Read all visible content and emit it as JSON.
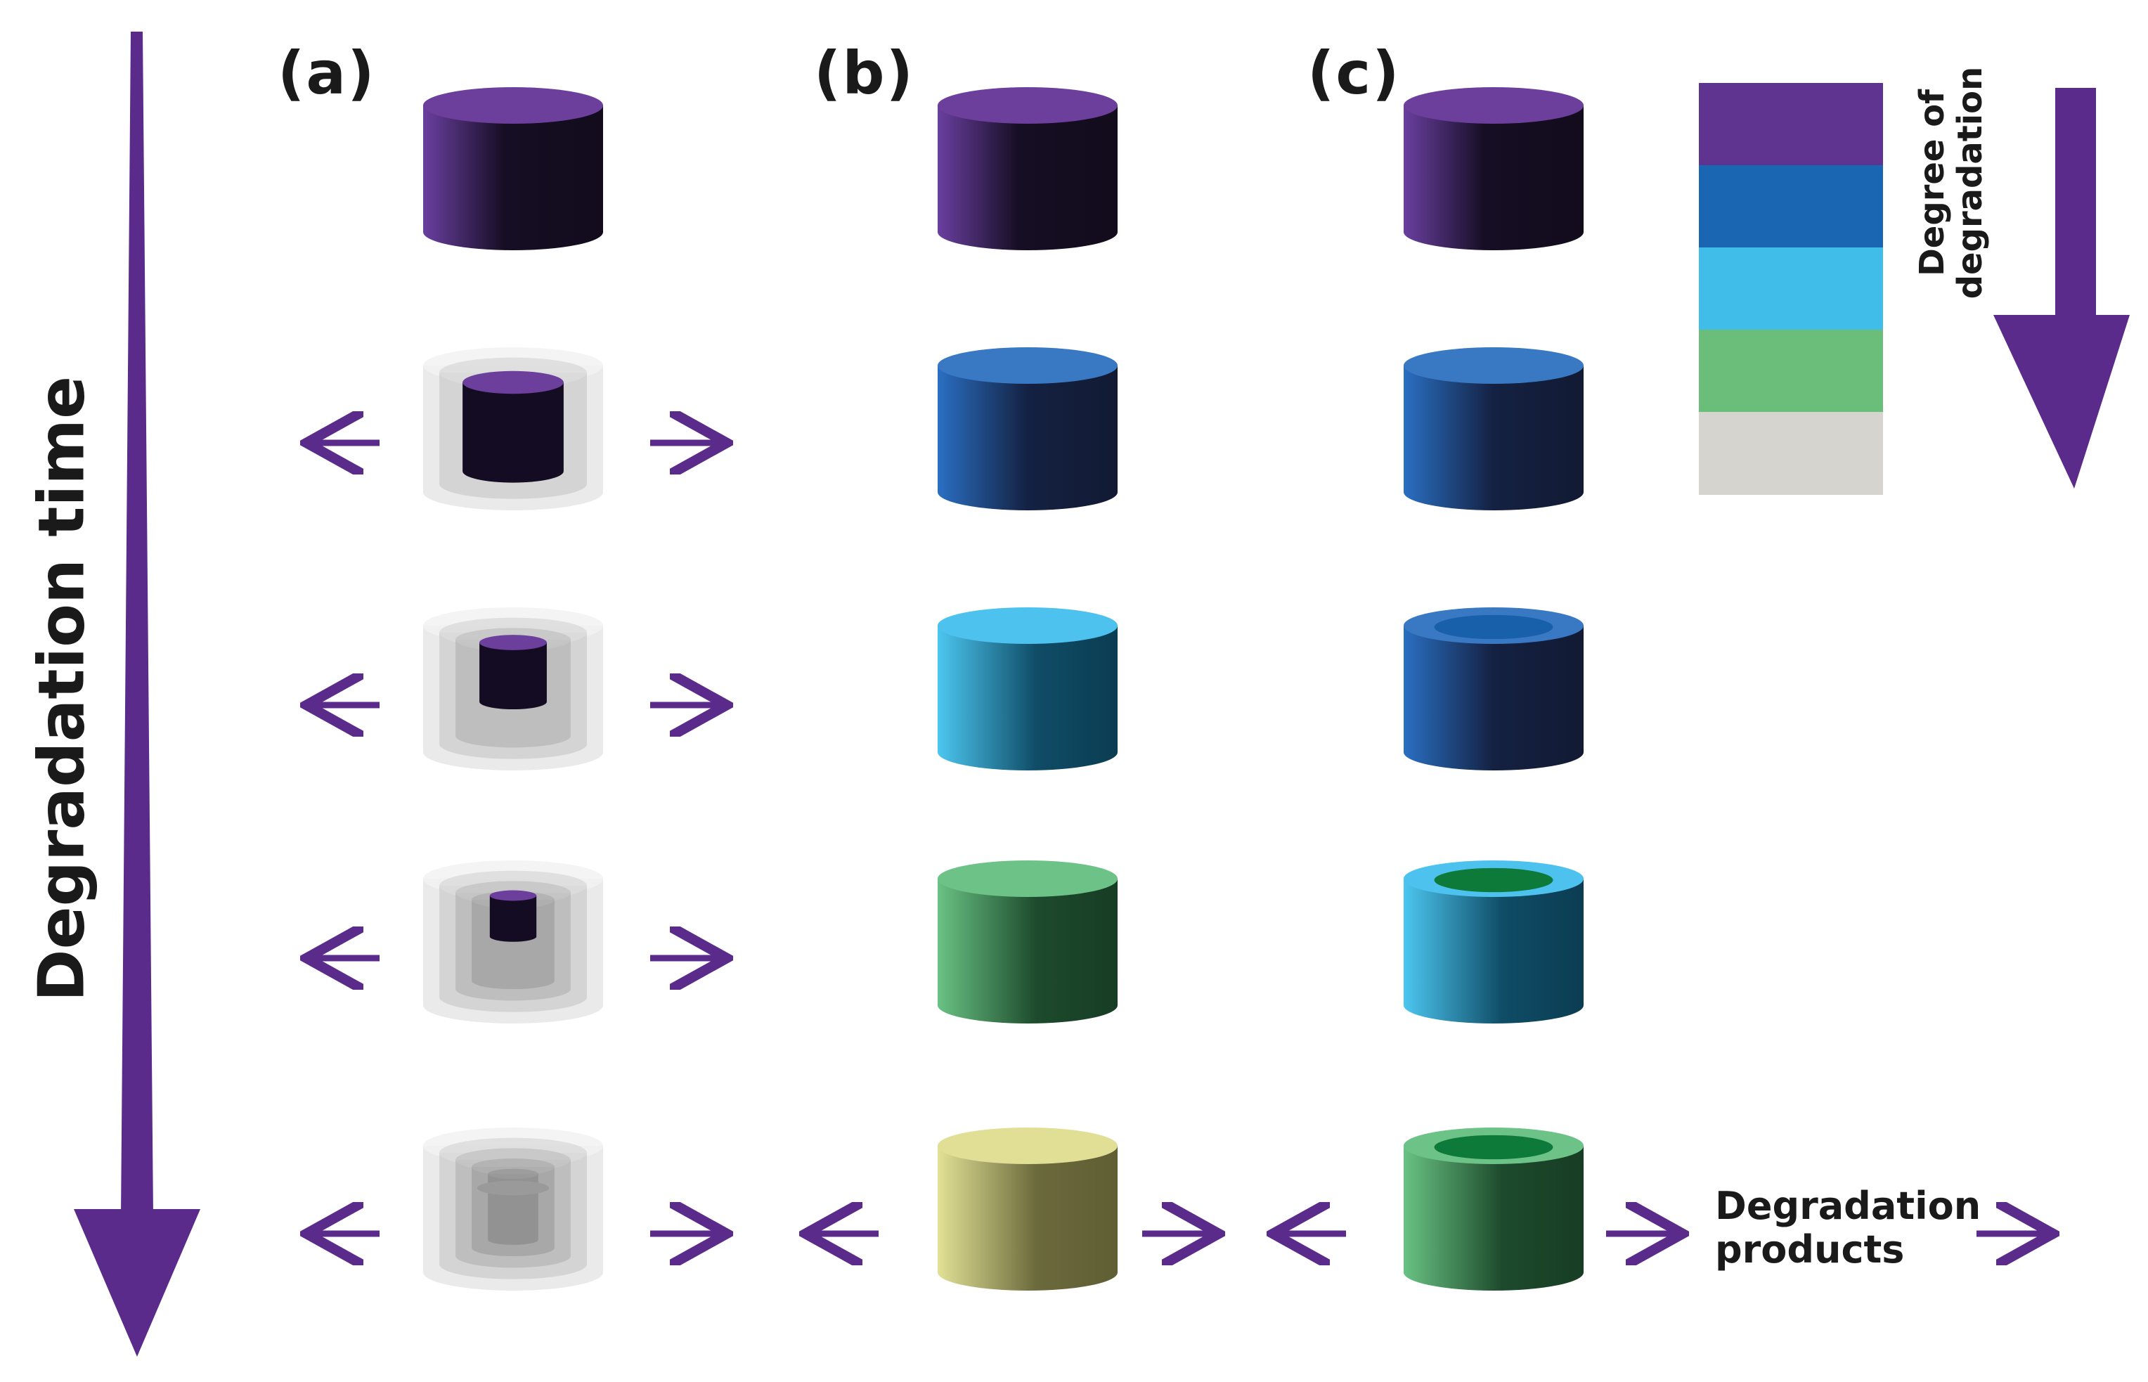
{
  "panels": [
    {
      "label": "(a)",
      "mode": "surface-erosion"
    },
    {
      "label": "(b)",
      "mode": "bulk-degradation"
    },
    {
      "label": "(c)",
      "mode": "hollowing"
    }
  ],
  "axis": {
    "time_label": "Degradation time"
  },
  "legend": {
    "title_line1": "Degree of",
    "title_line2": "degradation",
    "colors": [
      "#5f3390",
      "#1a66b3",
      "#40bde9",
      "#6abe79",
      "#d6d4cf"
    ]
  },
  "products_label": {
    "line1": "Degradation",
    "line2": "products"
  },
  "palette": {
    "arrow": "#5b2b8c",
    "purple": "#5f3390",
    "blue": "#2f6cb8",
    "light_blue": "#46bdea",
    "green": "#62b877",
    "yellow": "#dada88",
    "gray": "#c8c8c8"
  },
  "stages": {
    "b": [
      "purple",
      "blue",
      "light_blue",
      "green",
      "yellow"
    ],
    "c": [
      "purple",
      "blue",
      "blue-hollow",
      "light_blue-hollow",
      "green-hollow"
    ]
  }
}
